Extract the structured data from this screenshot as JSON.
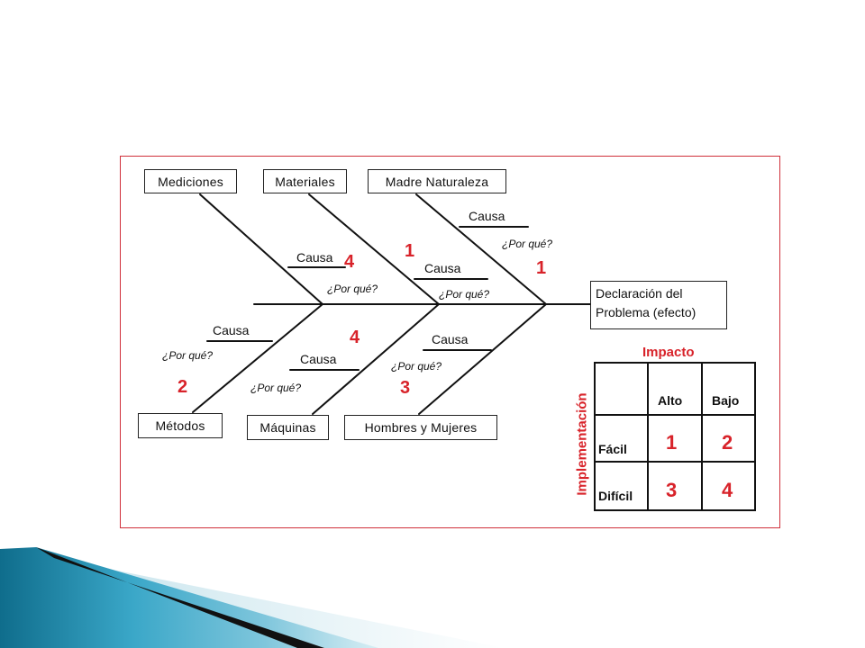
{
  "categories": {
    "top": [
      "Mediciones",
      "Materiales",
      "Madre Naturaleza"
    ],
    "bottom": [
      "Métodos",
      "Máquinas",
      "Hombres y Mujeres"
    ]
  },
  "effect": {
    "line1": "Declaración del",
    "line2": "Problema (efecto)"
  },
  "cause_label": "Causa",
  "why_label": "¿Por qué?",
  "priority_numbers": {
    "mediciones": "4",
    "materiales": "1",
    "madre_naturaleza": "1",
    "metodos": "2",
    "maquinas": "4",
    "hombres_mujeres": "3"
  },
  "matrix": {
    "title": "Impacto",
    "side_label": "Implementación",
    "columns": [
      "Alto",
      "Bajo"
    ],
    "rows": [
      {
        "label": "Fácil",
        "values": [
          "1",
          "2"
        ]
      },
      {
        "label": "Difícil",
        "values": [
          "3",
          "4"
        ]
      }
    ]
  },
  "colors": {
    "accent_red": "#d8232a",
    "frame_red": "#d0303a",
    "band_teal": "#1b8aa8",
    "band_dark": "#111111"
  }
}
